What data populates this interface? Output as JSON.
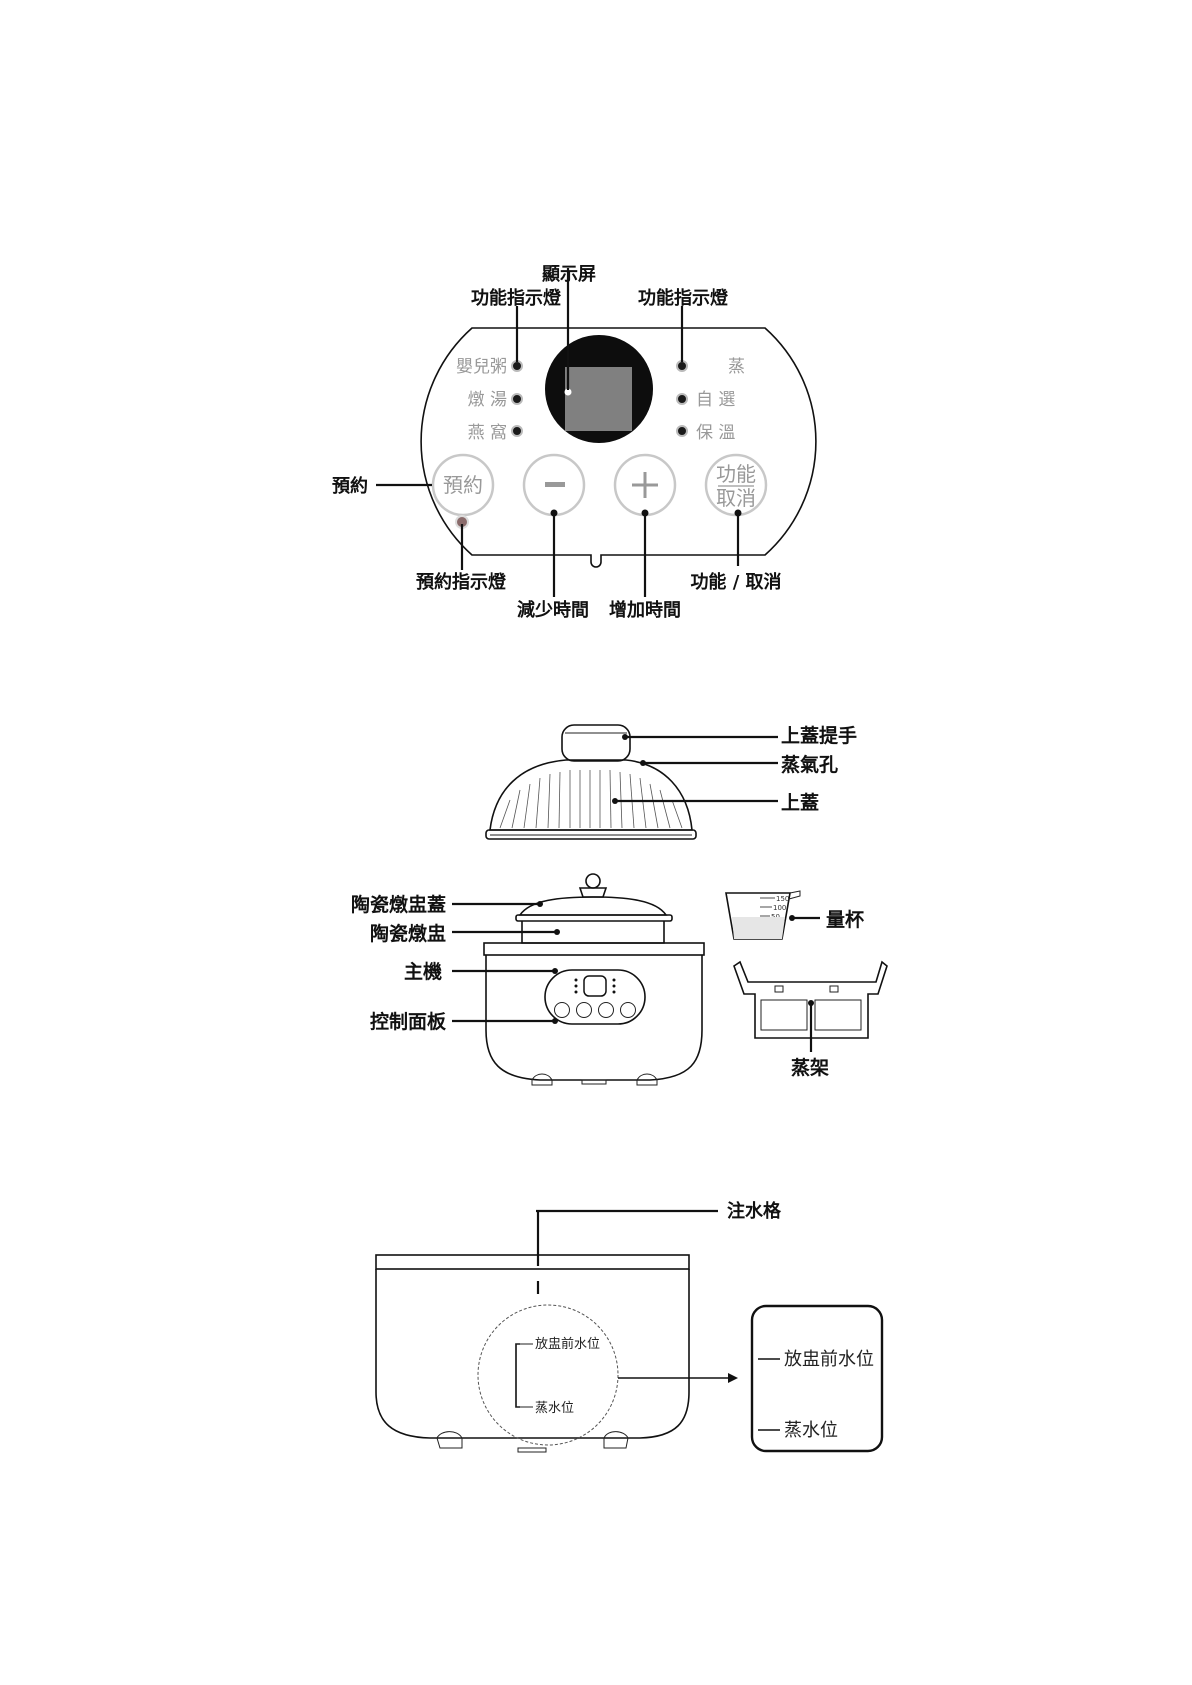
{
  "control_panel": {
    "labels": {
      "display": "顯示屏",
      "function_indicator_left": "功能指示燈",
      "function_indicator_right": "功能指示燈",
      "preset": "預約",
      "preset_indicator": "預約指示燈",
      "decrease_time": "減少時間",
      "increase_time": "增加時間",
      "function_cancel": "功能 / 取消"
    },
    "modes_left": [
      "嬰兒粥",
      "燉 湯",
      "燕 窩"
    ],
    "modes_right": [
      "蒸",
      "自 選",
      "保 溫"
    ],
    "buttons": {
      "preset": "預約",
      "minus": "−",
      "plus": "+",
      "function_top": "功能",
      "function_bottom": "取消"
    }
  },
  "product_parts": {
    "lid_handle": "上蓋提手",
    "steam_vent": "蒸氣孔",
    "lid": "上蓋",
    "ceramic_pot_lid": "陶瓷燉盅蓋",
    "ceramic_pot": "陶瓷燉盅",
    "main_unit": "主機",
    "control_panel": "控制面板",
    "measuring_cup": "量杯",
    "cup_marks": [
      "150",
      "100",
      "50"
    ],
    "steam_rack": "蒸架"
  },
  "water_level": {
    "fill_slot": "注水格",
    "level_before_pot": "放盅前水位",
    "steam_level": "蒸水位",
    "zoom_level_before_pot": "放盅前水位",
    "zoom_steam_level": "蒸水位"
  },
  "colors": {
    "line": "#111111",
    "panel_text": "#999999",
    "button_ring": "#c8c8c8",
    "display_bezel": "#0d0d0d",
    "display_screen": "#808080",
    "preset_led": "#8a6b6b"
  }
}
